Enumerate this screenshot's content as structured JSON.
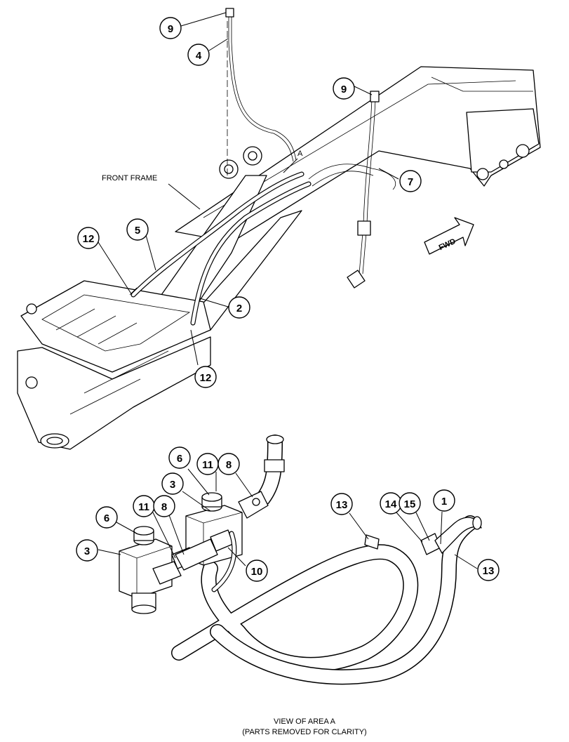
{
  "labels": {
    "front_frame": "FRONT FRAME",
    "area_marker": "A",
    "fwd": "FWD",
    "caption_line1": "VIEW OF AREA A",
    "caption_line2": "(PARTS REMOVED FOR CLARITY)"
  },
  "callouts": {
    "c9_top": "9",
    "c4": "4",
    "c9_mid": "9",
    "c7": "7",
    "c5": "5",
    "c12_upper": "12",
    "c2": "2",
    "c12_lower": "12",
    "c6_right": "6",
    "c11_right": "11",
    "c8_right": "8",
    "c3_right": "3",
    "c6_left": "6",
    "c11_left": "11",
    "c8_left": "8",
    "c3_left": "3",
    "c10": "10",
    "c13_top": "13",
    "c14": "14",
    "c15": "15",
    "c1": "1",
    "c13_right": "13"
  }
}
